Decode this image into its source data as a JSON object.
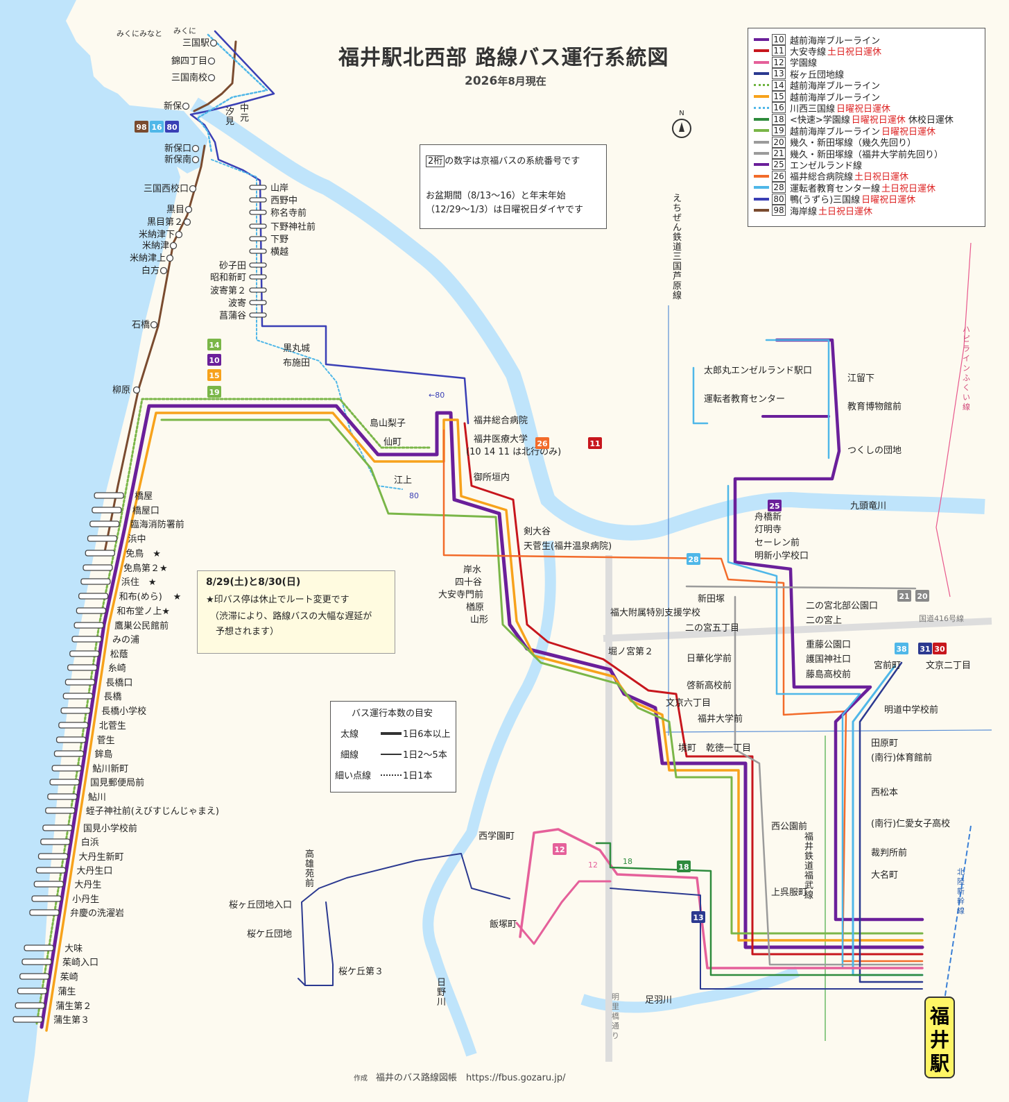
{
  "title": "福井駅北西部 路線バス運行系統図",
  "date_year": "2026",
  "date_rest": "年8月現在",
  "north": "N",
  "legend": [
    {
      "num": "10",
      "name": "越前海岸ブルーライン",
      "note": "",
      "color": "#6a1f9a",
      "style": "solid"
    },
    {
      "num": "11",
      "name": "大安寺線",
      "note": "土日祝日運休",
      "color": "#c7161d",
      "style": "solid"
    },
    {
      "num": "12",
      "name": "学園線",
      "note": "",
      "color": "#e5609a",
      "style": "solid"
    },
    {
      "num": "13",
      "name": "桜ヶ丘団地線",
      "note": "",
      "color": "#2b3990",
      "style": "solid"
    },
    {
      "num": "14",
      "name": "越前海岸ブルーライン",
      "note": "",
      "color": "#6db33f",
      "style": "dotted"
    },
    {
      "num": "15",
      "name": "越前海岸ブルーライン",
      "note": "",
      "color": "#f7a21b",
      "style": "solid"
    },
    {
      "num": "16",
      "name": "川西三国線",
      "note": "日曜祝日運休",
      "color": "#4fb7e8",
      "style": "dotted"
    },
    {
      "num": "18",
      "name": "<快速>学園線",
      "note": "日曜祝日運休",
      "note2": "休校日運休",
      "color": "#2e8b3d",
      "style": "solid"
    },
    {
      "num": "19",
      "name": "越前海岸ブルーライン",
      "note": "日曜祝日運休",
      "color": "#7ab648",
      "style": "solid"
    },
    {
      "num": "20",
      "name": "幾久・新田塚線（幾久先回り）",
      "note": "",
      "color": "#9b9b9b",
      "style": "solid"
    },
    {
      "num": "21",
      "name": "幾久・新田塚線（福井大学前先回り）",
      "note": "",
      "color": "#9b9b9b",
      "style": "solid"
    },
    {
      "num": "25",
      "name": "エンゼルランド線",
      "note": "",
      "color": "#6a1f9a",
      "style": "solid"
    },
    {
      "num": "26",
      "name": "福井総合病院線",
      "note": "土日祝日運休",
      "color": "#f26b2a",
      "style": "solid"
    },
    {
      "num": "28",
      "name": "運転者教育センター線",
      "note": "土日祝日運休",
      "color": "#4fb7e8",
      "style": "solid"
    },
    {
      "num": "80",
      "name": "鴨(うずら)三国線",
      "note": "日曜祝日運休",
      "color": "#3a3fb5",
      "style": "solid"
    },
    {
      "num": "98",
      "name": "海岸線",
      "note": "土日祝日運休",
      "color": "#7a4b2f",
      "style": "solid"
    }
  ],
  "note": {
    "line1_box": "2桁",
    "line1_rest": "の数字は京福バスの系統番号です",
    "line2": "お盆期間（8/13～16）と年末年始",
    "line3": "（12/29～1/3）は日曜祝日ダイヤです"
  },
  "notice": {
    "head": "8/29(土)と8/30(日)",
    "line1": "★印バス停は休止でルート変更です",
    "line2": "（渋滞により、路線バスの大幅な遅延が",
    "line3": "予想されます）"
  },
  "freq": {
    "title": "バス運行本数の目安",
    "thick": "太線",
    "thick_desc": "1日6本以上",
    "thin": "細線",
    "thin_desc": "1日2～5本",
    "dotted": "細い点線",
    "dotted_desc": "1日1本"
  },
  "station": "福井駅",
  "footer_small": "作成",
  "footer": "福井のバス路線図帳　https://fbus.gozaru.jp/",
  "coast_stops": [
    "柳原",
    "橋屋",
    "橋屋口",
    "臨海消防署前",
    "浜中",
    "免鳥 ★",
    "免鳥第２★",
    "浜住 ★",
    "和布(めら)★",
    "和布堂ノ上★",
    "鷹巣公民館前",
    "みの浦",
    "松蔭",
    "糸崎",
    "長橋口",
    "長橋",
    "長橋小学校",
    "北菅生",
    "菅生",
    "鉾島",
    "鮎川新町",
    "国見郵便局前",
    "鮎川",
    "蛭子神社前(えびすじんじゃまえ)",
    "国見小学校前",
    "白浜",
    "大丹生新町",
    "大丹生口",
    "大丹生",
    "小丹生",
    "弁慶の洗濯岩",
    "大味",
    "茱崎入口",
    "茱崎",
    "蒲生",
    "蒲生第２",
    "蒲生第３"
  ],
  "mikuni_stops": [
    "三国駅",
    "錦四丁目",
    "三国南校",
    "新保",
    "新保口",
    "新保南",
    "三国西校口",
    "黒目",
    "黒目第２",
    "米納津下",
    "米納津",
    "米納津上",
    "白方",
    "石橋"
  ],
  "yamagishi_stops": [
    "山岸",
    "西野中",
    "称名寺前",
    "下野神社前",
    "下野",
    "横越",
    "砂子田",
    "昭和新町",
    "波寄第２",
    "波寄",
    "菖蒲谷"
  ],
  "misc_labels": [
    "みくにみなと",
    "みくに",
    "汐見",
    "中元",
    "黒丸城",
    "布施田",
    "島山梨子",
    "仙町",
    "江上",
    "福井総合病院",
    "福井医療大学",
    "御所垣内",
    "剣大谷",
    "天菅生(福井温泉病院)",
    "岸水",
    "四十谷",
    "大安寺門前",
    "楢原",
    "山形",
    "福大附属特別支援学校",
    "堀ノ宮第２",
    "日華化学前",
    "啓新高校前",
    "文京六丁目",
    "福井大学前",
    "境町",
    "乾徳一丁目",
    "新田塚",
    "二の宮北部公園口",
    "二の宮上",
    "二の宮五丁目",
    "重藤公園口",
    "護国神社口",
    "藤島高校前",
    "明道中学校前",
    "田原町",
    "(南行)体育館前",
    "西松本",
    "(南行)仁愛女子高校",
    "裁判所前",
    "大名町",
    "上呉服町",
    "西公園前",
    "宮前町",
    "文京二丁目",
    "舟橋新",
    "灯明寺",
    "セーレン前",
    "明新小学校口",
    "太郎丸エンゼルランド駅口",
    "運転者教育センター",
    "江留下",
    "教育博物館前",
    "つくしの団地",
    "西学園町",
    "飯塚町",
    "高雄苑前",
    "桜ヶ丘団地入口",
    "桜ケ丘団地",
    "桜ケ丘第３",
    "九頭竜川",
    "日野川",
    "足羽川"
  ],
  "rail_labels": [
    "えちぜん鉄道三国芦原線",
    "福井鉄道福武線",
    "北陸新幹線",
    "ハピラインふくい線",
    "国道416号線",
    "明里橋通り"
  ],
  "badges": [
    {
      "t": "98",
      "c": "#7a4b2f"
    },
    {
      "t": "16",
      "c": "#4fb7e8"
    },
    {
      "t": "80",
      "c": "#3a3fb5"
    },
    {
      "t": "14",
      "c": "#7ab648"
    },
    {
      "t": "10",
      "c": "#6a1f9a"
    },
    {
      "t": "15",
      "c": "#f7a21b"
    },
    {
      "t": "19",
      "c": "#7ab648"
    },
    {
      "t": "26",
      "c": "#f26b2a"
    },
    {
      "t": "11",
      "c": "#c7161d"
    },
    {
      "t": "28",
      "c": "#4fb7e8"
    },
    {
      "t": "25",
      "c": "#6a1f9a"
    },
    {
      "t": "21",
      "c": "#888"
    },
    {
      "t": "20",
      "c": "#888"
    },
    {
      "t": "38",
      "c": "#4fb7e8"
    },
    {
      "t": "31",
      "c": "#2b3990"
    },
    {
      "t": "30",
      "c": "#c7161d"
    },
    {
      "t": "12",
      "c": "#e5609a"
    },
    {
      "t": "13",
      "c": "#2b3990"
    },
    {
      "t": "18",
      "c": "#2e8b3d"
    }
  ],
  "extra_text": {
    "hokko": "(10 14 11 は北行のみ)",
    "r80a": "←80",
    "r80b": "80",
    "r12": "12",
    "r18": "18"
  }
}
